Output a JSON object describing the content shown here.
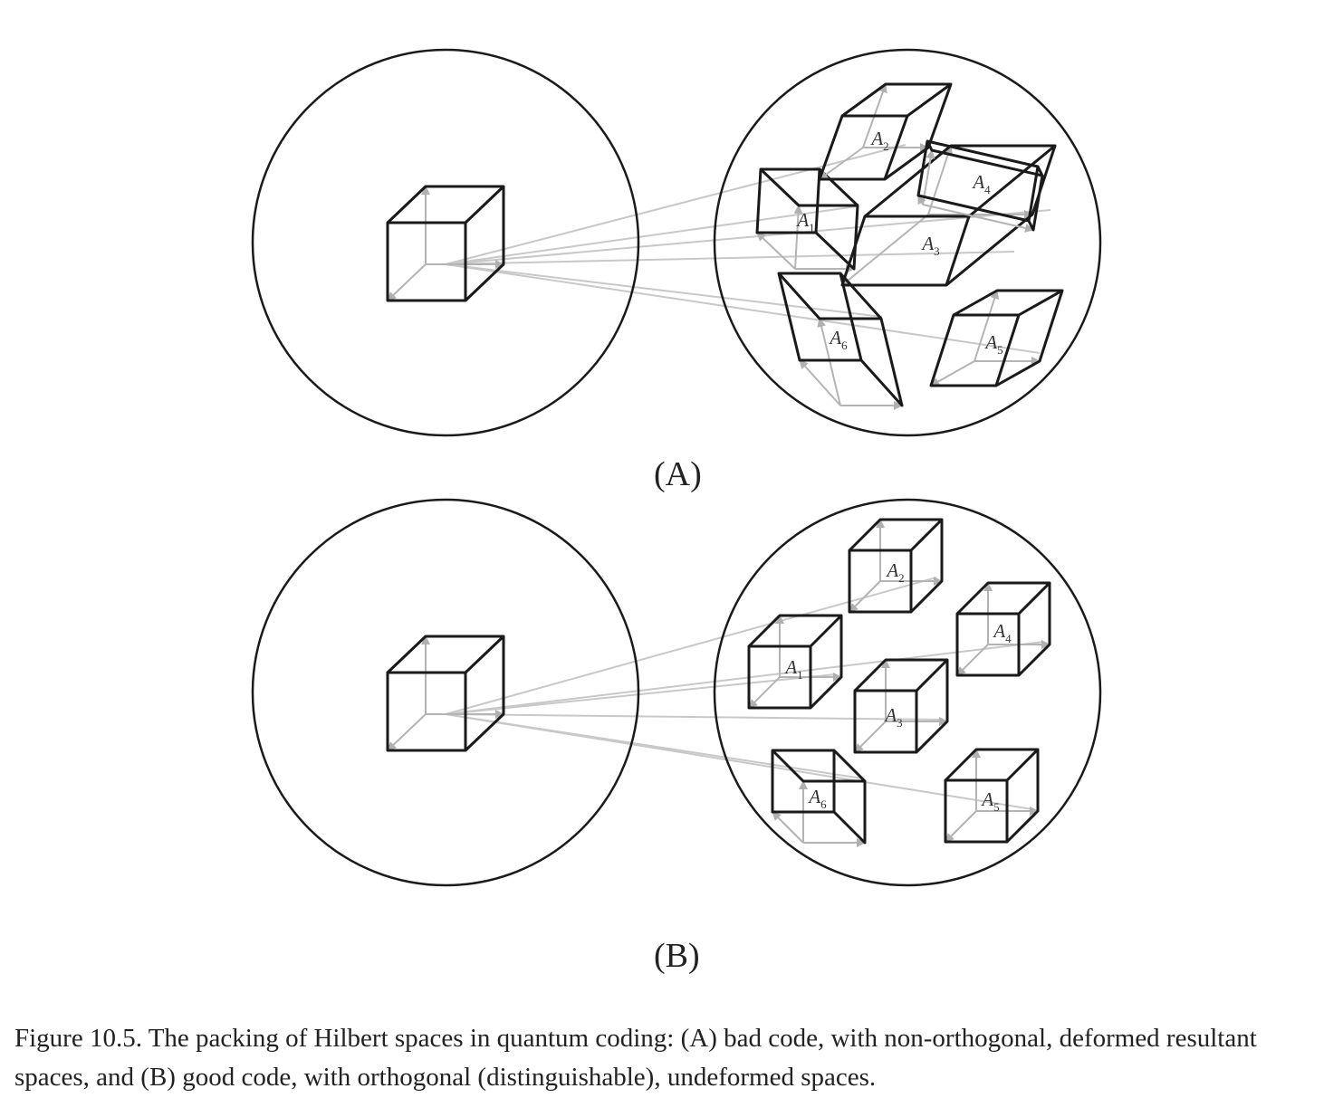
{
  "panels": [
    {
      "label": "(A)",
      "cells": [
        {
          "name": "A",
          "sub": "1"
        },
        {
          "name": "A",
          "sub": "2"
        },
        {
          "name": "A",
          "sub": "3"
        },
        {
          "name": "A",
          "sub": "4"
        },
        {
          "name": "A",
          "sub": "5"
        },
        {
          "name": "A",
          "sub": "6"
        }
      ]
    },
    {
      "label": "(B)",
      "cells": [
        {
          "name": "A",
          "sub": "1"
        },
        {
          "name": "A",
          "sub": "2"
        },
        {
          "name": "A",
          "sub": "3"
        },
        {
          "name": "A",
          "sub": "4"
        },
        {
          "name": "A",
          "sub": "5"
        },
        {
          "name": "A",
          "sub": "6"
        }
      ]
    }
  ],
  "caption": "Figure 10.5. The packing of Hilbert spaces in quantum coding: (A) bad code, with non-orthogonal, deformed resultant spaces, and (B) good code, with orthogonal (distinguishable), undeformed spaces.",
  "colors": {
    "outline": "#1a1a1a",
    "arrow": "#b4b4b4",
    "ray": "#c8c8c8"
  }
}
